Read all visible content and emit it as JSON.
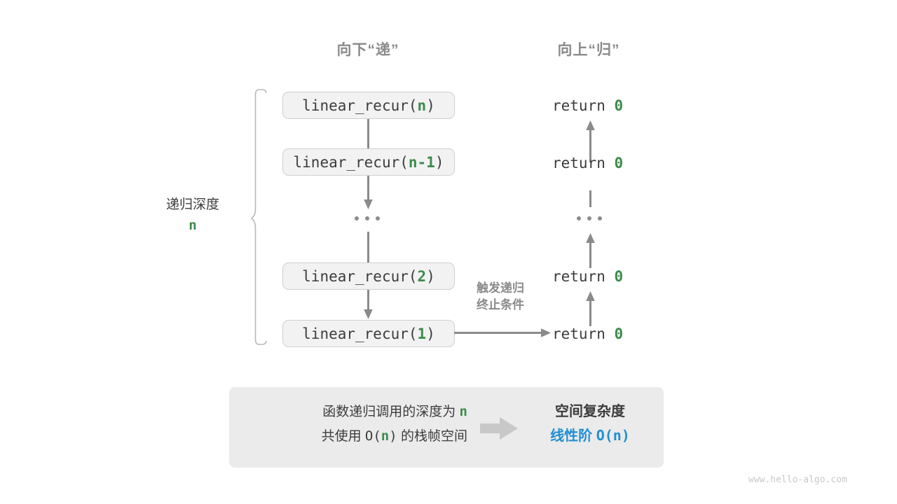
{
  "meta": {
    "watermark": "www.hello-algo.com"
  },
  "columns": {
    "descend_heading": "向下“递”",
    "ascend_heading": "向上“归”"
  },
  "colors": {
    "green_accent": "#3c8c4a",
    "blue_accent": "#1f8fd4",
    "arrow_gray": "#8a8a8a",
    "box_fill": "#f2f2f2",
    "box_border": "#cfcfcf",
    "panel_fill": "#ebebeb",
    "text_dark": "#3c3c3c",
    "muted_gray": "#8a8a8a",
    "watermark_gray": "#c9c9c9",
    "block_arrow": "#c8c8c8"
  },
  "call_stack": {
    "frames": [
      {
        "prefix": "linear_recur(",
        "arg": "n",
        "suffix": ")"
      },
      {
        "prefix": "linear_recur(",
        "arg": "n-1",
        "suffix": ")"
      },
      {
        "prefix": "linear_recur(",
        "arg": "2",
        "suffix": ")"
      },
      {
        "prefix": "linear_recur(",
        "arg": "1",
        "suffix": ")"
      }
    ],
    "ellipsis": "..."
  },
  "returns": {
    "items": [
      {
        "keyword": "return",
        "value": "0"
      },
      {
        "keyword": "return",
        "value": "0"
      },
      {
        "keyword": "return",
        "value": "0"
      },
      {
        "keyword": "return",
        "value": "0"
      }
    ],
    "ellipsis": "..."
  },
  "depth_brace": {
    "label": "递归深度",
    "value": "n"
  },
  "trigger_note": {
    "line1": "触发递归",
    "line2": "终止条件"
  },
  "summary": {
    "left": {
      "line1_a": "函数递归调用的深度为",
      "line1_n": "n",
      "line2_a": "共使用",
      "line2_b": "O(",
      "line2_n": "n",
      "line2_c": ")",
      "line2_d": "的栈帧空间"
    },
    "right": {
      "title": "空间复杂度",
      "order": "线性阶",
      "notation": "O(n)"
    }
  }
}
